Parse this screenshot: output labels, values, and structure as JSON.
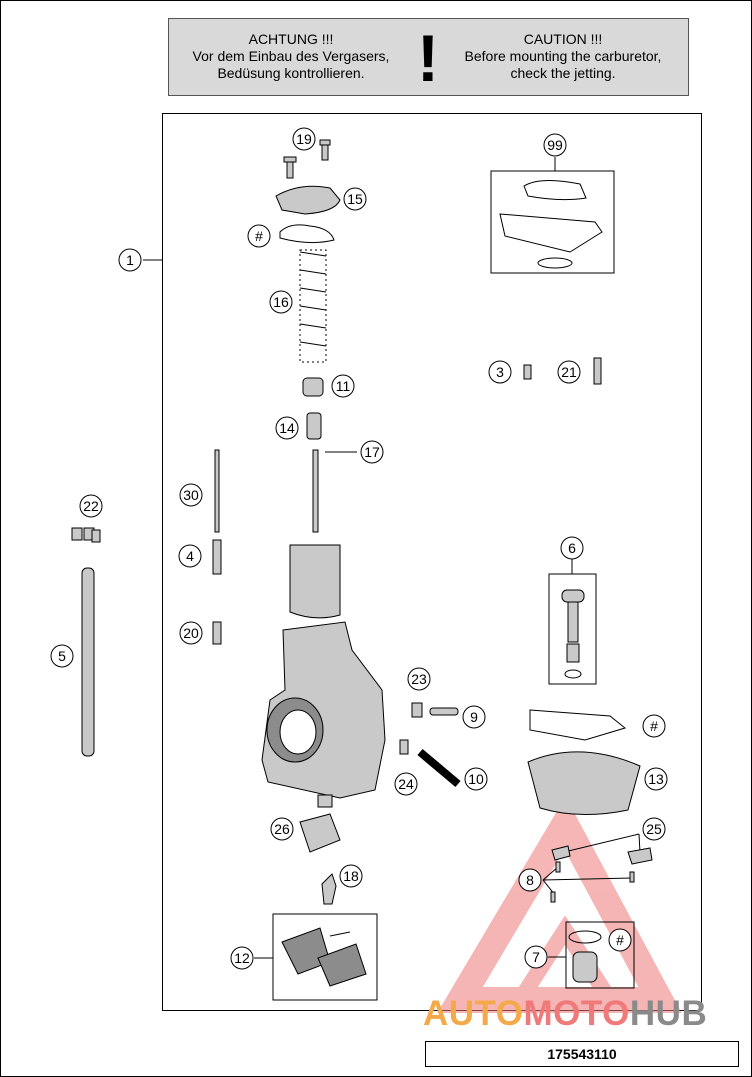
{
  "caution": {
    "german_title": "ACHTUNG !!!",
    "german_line1": "Vor dem Einbau des Vergasers,",
    "german_line2": "Bedüsung kontrollieren.",
    "symbol": "!",
    "english_title": "CAUTION !!!",
    "english_line1": "Before mounting the carburetor,",
    "english_line2": "check the jetting."
  },
  "callouts": {
    "c1": "1",
    "c3": "3",
    "c4": "4",
    "c5": "5",
    "c6": "6",
    "c7": "7",
    "c8": "8",
    "c9": "9",
    "c10": "10",
    "c11": "11",
    "c12": "12",
    "c13": "13",
    "c14": "14",
    "c15": "15",
    "c16": "16",
    "c17": "17",
    "c18": "18",
    "c19": "19",
    "c20": "20",
    "c21": "21",
    "c22": "22",
    "c23": "23",
    "c24": "24",
    "c25": "25",
    "c26": "26",
    "c30": "30",
    "c99": "99",
    "h1": "#",
    "h2": "#",
    "h3": "#"
  },
  "watermark": {
    "part1": "AUTO",
    "part2": "MOTO",
    "part3": "HUB"
  },
  "reference_number": "175543110",
  "colors": {
    "watermark_orange": "#f4a94a",
    "watermark_red": "#f07a7a",
    "watermark_gray": "#8a8a8a",
    "caution_bg": "#d9d9d9"
  }
}
